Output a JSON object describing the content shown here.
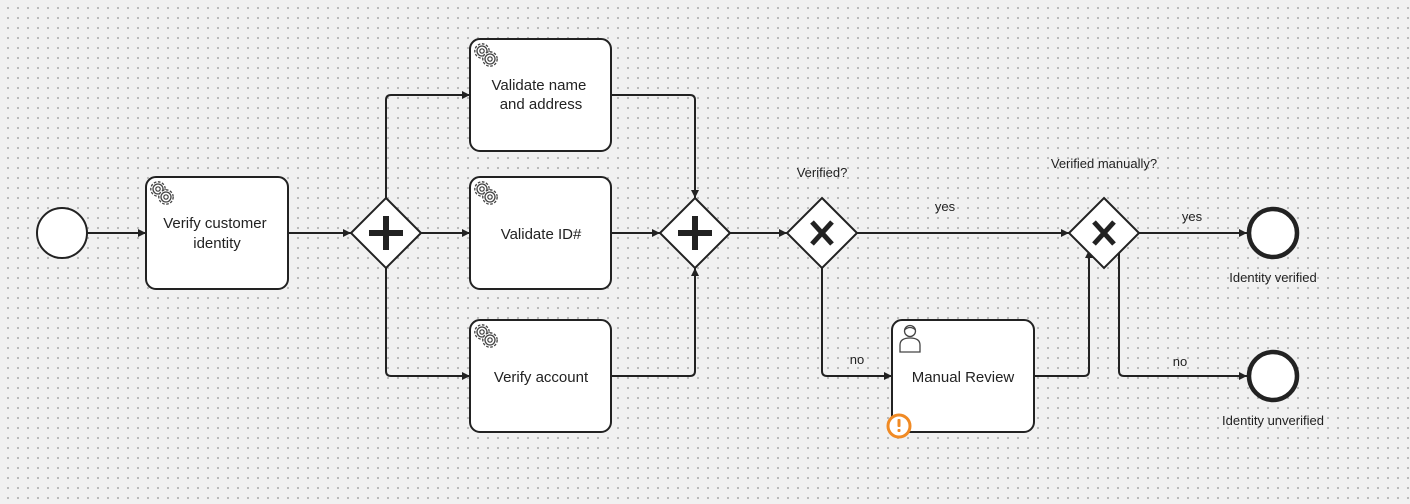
{
  "diagram": {
    "start_event": {
      "label": ""
    },
    "tasks": {
      "verify_identity": {
        "lines": [
          "Verify customer",
          "identity"
        ],
        "icon": "gear-icon"
      },
      "validate_name_address": {
        "lines": [
          "Validate name",
          "and address"
        ],
        "icon": "gear-icon"
      },
      "validate_id": {
        "lines": [
          "Validate ID#"
        ],
        "icon": "gear-icon"
      },
      "verify_account": {
        "lines": [
          "Verify account"
        ],
        "icon": "gear-icon"
      },
      "manual_review": {
        "lines": [
          "Manual Review"
        ],
        "icon": "user-icon"
      }
    },
    "gateways": {
      "parallel_split": {
        "type": "parallel"
      },
      "parallel_join": {
        "type": "parallel"
      },
      "verified": {
        "type": "exclusive",
        "label": "Verified?"
      },
      "verified_manually": {
        "type": "exclusive",
        "label": "Verified manually?"
      }
    },
    "flow_labels": {
      "verified_yes": "yes",
      "verified_no": "no",
      "manual_yes": "yes",
      "manual_no": "no"
    },
    "end_events": {
      "identity_verified": {
        "label": "Identity verified"
      },
      "identity_unverified": {
        "label": "Identity unverified"
      }
    },
    "colors": {
      "stroke": "#222222",
      "canvas": "#f1f1f1",
      "task_fill": "#ffffff",
      "warning": "#f08a24"
    }
  }
}
